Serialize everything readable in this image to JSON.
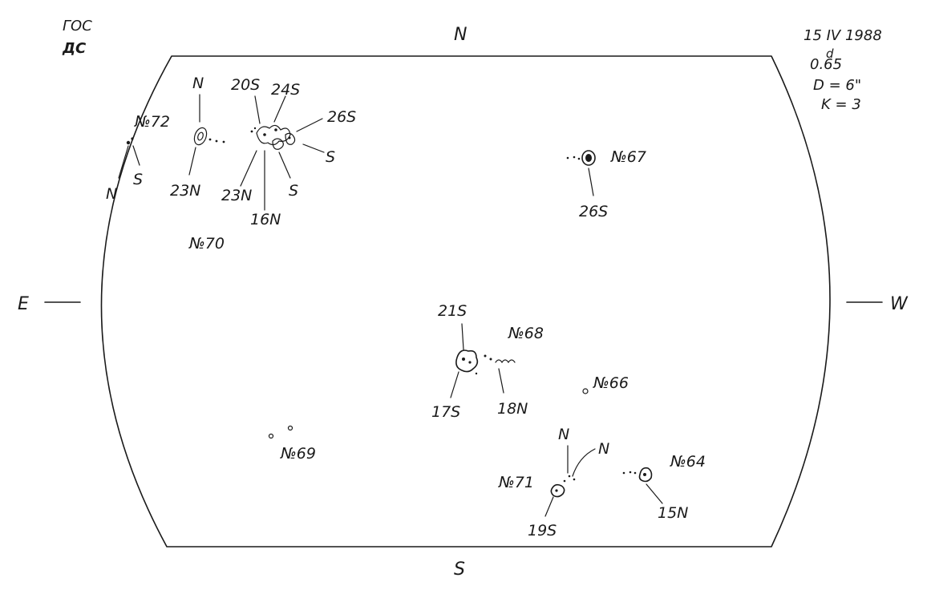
{
  "header": {
    "obs_line1": "ГОС",
    "obs_line2": "ДС",
    "date": "15 IV 1988",
    "time": "0.65",
    "time_sup": "d",
    "diameter": "D = 6\"",
    "quality": "K = 3"
  },
  "directions": {
    "north": "N",
    "south": "S",
    "east": "E",
    "west": "W"
  },
  "groups": {
    "g72": {
      "number": "№72",
      "pol_n": "N",
      "pol_s": "S"
    },
    "g70": {
      "number": "№70",
      "labels": [
        "N",
        "20S",
        "24S",
        "26S",
        "S",
        "23N",
        "23N",
        "16N",
        "S"
      ]
    },
    "g67": {
      "number": "№67",
      "lat": "26S"
    },
    "g68": {
      "number": "№68",
      "lat_a": "21S",
      "lat_b": "17S",
      "lat_c": "18N"
    },
    "g66": {
      "number": "№66"
    },
    "g69": {
      "number": "№69"
    },
    "g71": {
      "number": "№71",
      "pol_a": "N",
      "pol_b": "N",
      "lat": "19S"
    },
    "g64": {
      "number": "№64",
      "lat": "15N"
    }
  }
}
